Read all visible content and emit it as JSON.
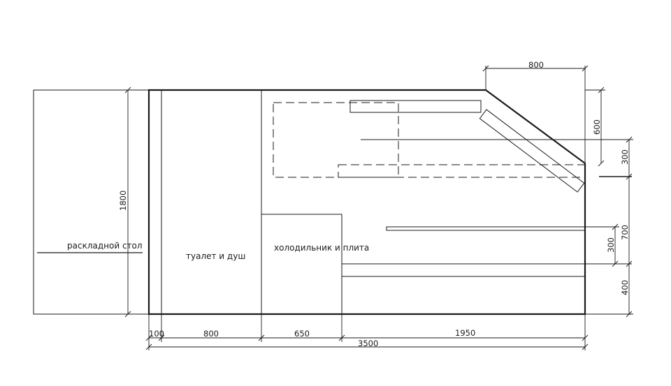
{
  "labels": {
    "folding_table": "раскладной стол",
    "toilet_shower": "туалет и душ",
    "fridge_stove": "холодильник и плита"
  },
  "dimensions": {
    "bottom": [
      "100",
      "800",
      "650",
      "1950"
    ],
    "total_length": "3500",
    "table_height": "1800",
    "top_bevel_width": "800",
    "bevel_height": "600",
    "right": [
      "300",
      "700",
      "300",
      "400"
    ]
  },
  "colors": {
    "line": "#1a1a1a",
    "background": "#ffffff"
  }
}
